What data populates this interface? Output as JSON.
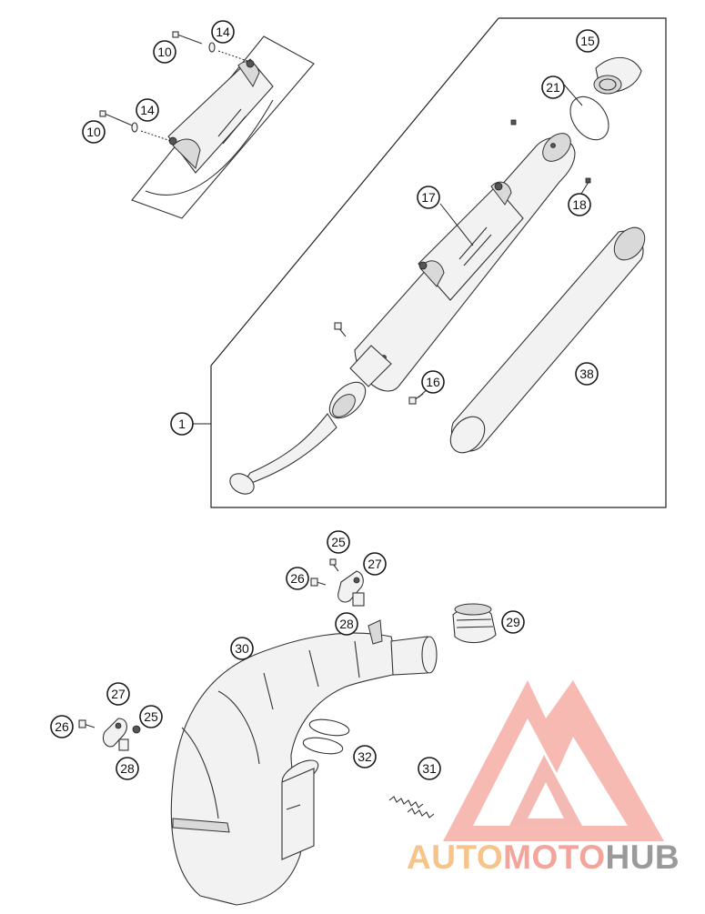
{
  "diagram": {
    "callouts": [
      {
        "id": "c10a",
        "label": "10"
      },
      {
        "id": "c14a",
        "label": "14"
      },
      {
        "id": "c10b",
        "label": "10"
      },
      {
        "id": "c14b",
        "label": "14"
      },
      {
        "id": "c15",
        "label": "15"
      },
      {
        "id": "c21",
        "label": "21"
      },
      {
        "id": "c17",
        "label": "17"
      },
      {
        "id": "c18",
        "label": "18"
      },
      {
        "id": "c16",
        "label": "16"
      },
      {
        "id": "c38",
        "label": "38"
      },
      {
        "id": "c1",
        "label": "1"
      },
      {
        "id": "c25a",
        "label": "25"
      },
      {
        "id": "c27a",
        "label": "27"
      },
      {
        "id": "c26a",
        "label": "26"
      },
      {
        "id": "c28a",
        "label": "28"
      },
      {
        "id": "c29",
        "label": "29"
      },
      {
        "id": "c30",
        "label": "30"
      },
      {
        "id": "c27b",
        "label": "27"
      },
      {
        "id": "c25b",
        "label": "25"
      },
      {
        "id": "c26b",
        "label": "26"
      },
      {
        "id": "c28b",
        "label": "28"
      },
      {
        "id": "c32",
        "label": "32"
      },
      {
        "id": "c31",
        "label": "31"
      }
    ],
    "parts": [
      "muffler-clamp-detail",
      "silencer-end-cap",
      "o-ring",
      "silencer-body",
      "silencer-packing",
      "silencer-inlet-pipe",
      "exhaust-sleeve",
      "exhaust-pipe",
      "bracket",
      "springs",
      "o-rings"
    ]
  },
  "watermark": {
    "part1": "AUTO",
    "part2": "MOTO",
    "part3": "HUB",
    "colors": {
      "auto": "#f6c38a",
      "moto": "#f3a59c",
      "hub": "#9a9a9a",
      "logo": "#f3a59c"
    }
  }
}
